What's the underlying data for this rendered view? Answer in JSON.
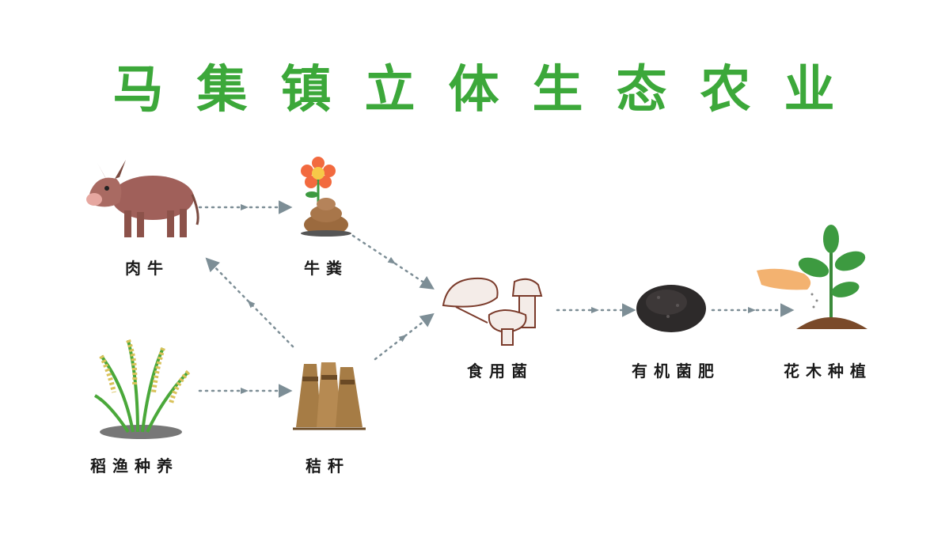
{
  "title": "马集镇立体生态农业",
  "nodes": [
    {
      "id": "beef-cattle",
      "label": "肉牛",
      "icon": "cow-icon"
    },
    {
      "id": "cow-dung",
      "label": "牛粪",
      "icon": "dung-flower-icon"
    },
    {
      "id": "rice-fish",
      "label": "稻渔种养",
      "icon": "rice-plant-icon"
    },
    {
      "id": "straw",
      "label": "秸秆",
      "icon": "straw-bundle-icon"
    },
    {
      "id": "mushroom",
      "label": "食用菌",
      "icon": "mushroom-icon"
    },
    {
      "id": "organic-fertilizer",
      "label": "有机菌肥",
      "icon": "fertilizer-pile-icon"
    },
    {
      "id": "planting",
      "label": "花木种植",
      "icon": "seedling-icon"
    }
  ],
  "edges": [
    {
      "from": "beef-cattle",
      "to": "cow-dung"
    },
    {
      "from": "cow-dung",
      "to": "mushroom"
    },
    {
      "from": "rice-fish",
      "to": "straw"
    },
    {
      "from": "straw",
      "to": "beef-cattle"
    },
    {
      "from": "straw",
      "to": "mushroom"
    },
    {
      "from": "mushroom",
      "to": "organic-fertilizer"
    },
    {
      "from": "organic-fertilizer",
      "to": "planting"
    }
  ],
  "colors": {
    "title": "#3ca83a",
    "arrow": "#7d8e96",
    "label": "#1a1a1a"
  }
}
